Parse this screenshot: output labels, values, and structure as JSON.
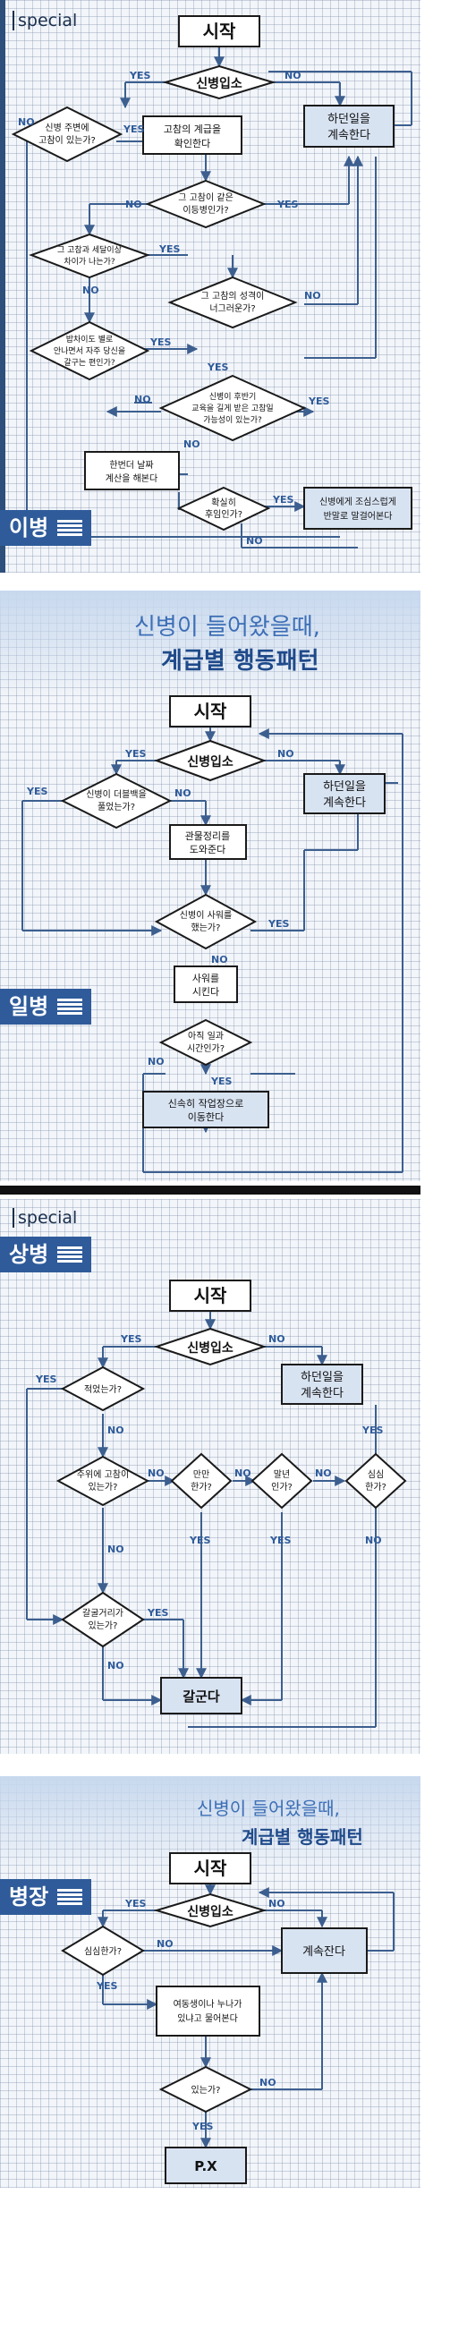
{
  "common": {
    "start": "시작",
    "entry": "신병입소",
    "yes": "YES",
    "no": "NO",
    "keep_working": [
      "하던일을",
      "계속한다"
    ]
  },
  "panel1": {
    "special": "special",
    "rank": "이병",
    "q_senior_near": [
      "신병 주변에",
      "고참이 있는가?"
    ],
    "a_check_rank": [
      "고참의 계급을",
      "확인한다"
    ],
    "q_same_track": [
      "그 고참이 같은",
      "이등병인가?"
    ],
    "q_age_gap": [
      "그 고참과 세달이상",
      "차이가 나는가?"
    ],
    "q_personality": [
      "그 고참의 성격이",
      "너그러운가?"
    ],
    "q_meal": [
      "밥차이도 별로",
      "안나면서 자주 당신을",
      "갈구는 편인가?"
    ],
    "q_recruit_future": [
      "신병이 후반기",
      "교육을 길게 받은 고참일",
      "가능성이 있는가?"
    ],
    "a_count_days": [
      "한번더 날짜",
      "계산을 해본다"
    ],
    "q_sure_junior": [
      "확실히",
      "후임인가?"
    ],
    "a_talk_informal": [
      "신병에게 조심스럽게",
      "반말로 말걸어본다"
    ]
  },
  "panel2": {
    "banner_line1": "신병이 들어왔을때,",
    "banner_line2": "계급별 행동패턴",
    "rank": "일병",
    "q_bag": [
      "신병이 더블백을",
      "풀었는가?"
    ],
    "a_help_tidy": [
      "관물정리를",
      "도와준다"
    ],
    "q_shower": [
      "신병이 사워를",
      "했는가?"
    ],
    "a_make_shower": [
      "사워를",
      "시킨다"
    ],
    "q_work_time": [
      "아직 일과",
      "시간인가?"
    ],
    "a_go_work": [
      "신속히 작업장으로",
      "이동한다"
    ]
  },
  "panel3": {
    "special": "special",
    "rank": "상병",
    "q_just_now": "적었는가?",
    "q_senior_near": [
      "주위에 고참이",
      "있는가?"
    ],
    "q_manman": [
      "만만",
      "한가?"
    ],
    "q_yearly": [
      "말년",
      "인가?"
    ],
    "q_bored": [
      "심심",
      "한가?"
    ],
    "q_gripe": [
      "갈굴거리가",
      "있는가?"
    ],
    "a_galgunda": "갈군다"
  },
  "panel4": {
    "banner_line1": "신병이 들어왔을때,",
    "banner_line2": "계급별 행동패턴",
    "rank": "병장",
    "q_bored": "심심한가?",
    "a_keep_sleep": "계속잔다",
    "a_ask_sister": [
      "여동생이나 누나가",
      "있냐고 물어본다"
    ],
    "q_have": "있는가?",
    "a_px": "P.X"
  },
  "colors": {
    "accent": "#2f5b9a",
    "node_fill": "#ffffff",
    "node_stroke": "#1a1a1a",
    "arrow": "#3c5f8f",
    "label_blue": "#2f5b9a"
  }
}
